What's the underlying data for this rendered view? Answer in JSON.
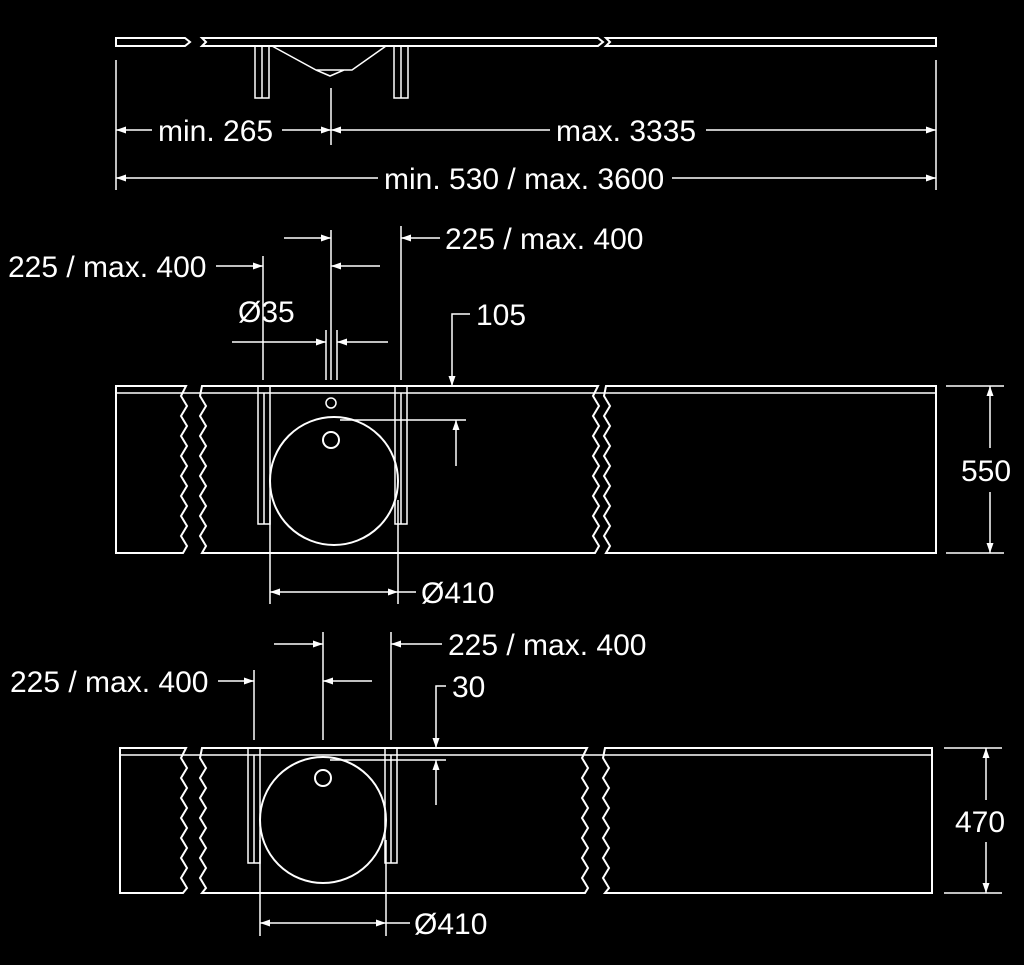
{
  "colors": {
    "background": "#000000",
    "stroke": "#ffffff"
  },
  "top_view": {
    "dim_min_edge": "min. 265",
    "dim_max_span": "max. 3335",
    "dim_total": "min. 530 / max. 3600"
  },
  "front_view_a": {
    "dim_left_offset": "225 / max. 400",
    "dim_right_offset": "225 / max. 400",
    "dim_pipe_diameter": "Ø35",
    "dim_top_to_tap": "105",
    "dim_height": "550",
    "dim_bowl_diameter": "Ø410"
  },
  "front_view_b": {
    "dim_left_offset": "225 / max. 400",
    "dim_right_offset": "225 / max. 400",
    "dim_top_to_tap": "30",
    "dim_height": "470",
    "dim_bowl_diameter": "Ø410"
  }
}
